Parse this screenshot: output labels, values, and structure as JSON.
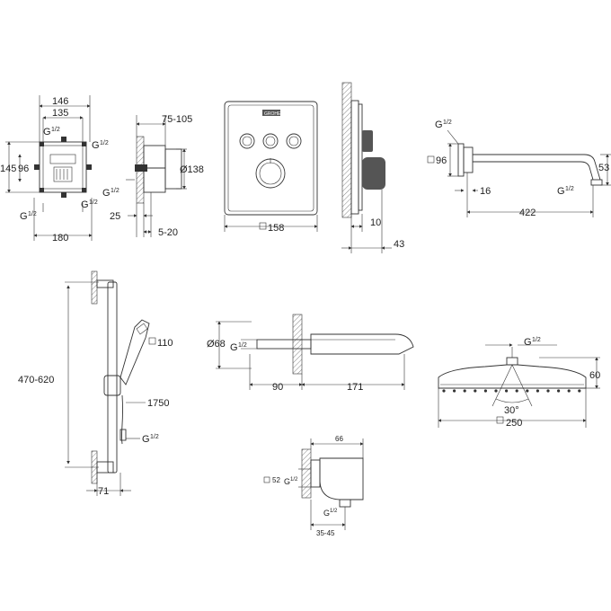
{
  "drawing": {
    "valve_box": {
      "dim_width_outer": "146",
      "dim_width_inner": "135",
      "dim_height_outer": "145",
      "dim_height_inner": "96",
      "dim_bottom_width": "180",
      "thread_a": "G",
      "thread_b": "G",
      "thread_c": "G",
      "thread_d": "G",
      "fraction": "1/2"
    },
    "valve_side": {
      "dim_depth_range": "75-105",
      "dim_diameter": "Ø138",
      "dim_25": "25",
      "dim_5_20": "5-20",
      "thread": "G",
      "fraction": "1/2"
    },
    "trim_plate": {
      "logo": "GROHE",
      "dim_size": "158",
      "button_count": 3
    },
    "trim_side": {
      "dim_10": "10",
      "dim_43": "43"
    },
    "shower_arm": {
      "thread_top": "G",
      "dim_flange": "96",
      "dim_16": "16",
      "dim_422": "422",
      "dim_53": "53",
      "thread_bottom": "G",
      "fraction": "1/2"
    },
    "shower_rail": {
      "dim_height": "470-620",
      "dim_hand_shower": "110",
      "dim_hose": "1750",
      "dim_71": "71",
      "thread": "G",
      "fraction": "1/2"
    },
    "bath_spout": {
      "dim_diameter": "Ø68",
      "thread": "G",
      "fraction": "1/2",
      "dim_90": "90",
      "dim_171": "171"
    },
    "head_shower": {
      "thread": "G",
      "fraction": "1/2",
      "dim_60": "60",
      "dim_angle": "30°",
      "dim_250": "250"
    },
    "wall_outlet": {
      "dim_66": "66",
      "dim_52": "52",
      "thread_side": "G",
      "thread_bottom": "G",
      "fraction": "1/2",
      "dim_35_45": "35-45"
    }
  }
}
